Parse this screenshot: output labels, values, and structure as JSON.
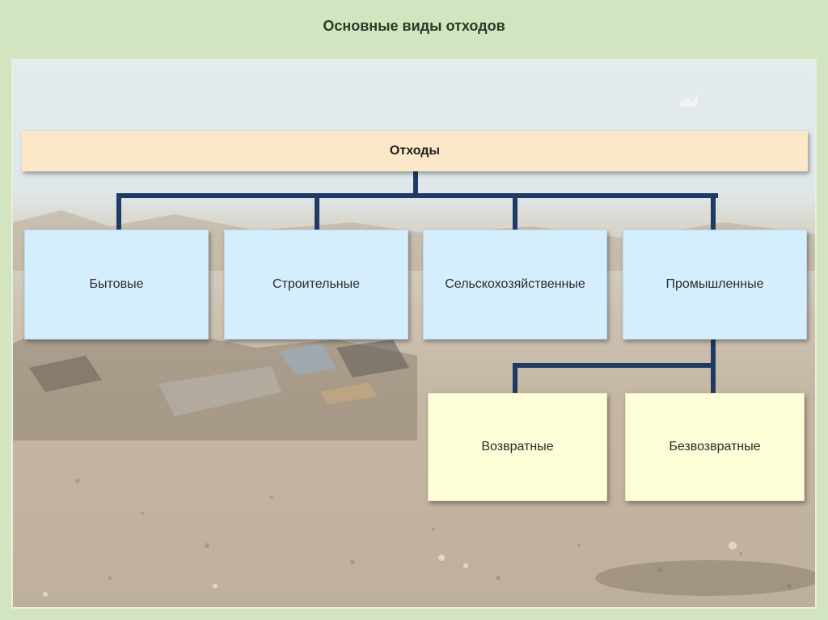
{
  "title": "Основные виды отходов",
  "root": {
    "label": "Отходы"
  },
  "categories": [
    {
      "label": "Бытовые"
    },
    {
      "label": "Строительные"
    },
    {
      "label": "Сельскохозяйственные"
    },
    {
      "label": "Промышленные"
    }
  ],
  "industrial_children": [
    {
      "label": "Возвратные"
    },
    {
      "label": "Безвозвратные"
    }
  ],
  "colors": {
    "connector": "#1e3a66",
    "root_fill": "#fce8c8",
    "category_fill": "#d4eefd",
    "subcategory_fill": "#fdfdd8",
    "slide_background": "#d3e4c0"
  }
}
